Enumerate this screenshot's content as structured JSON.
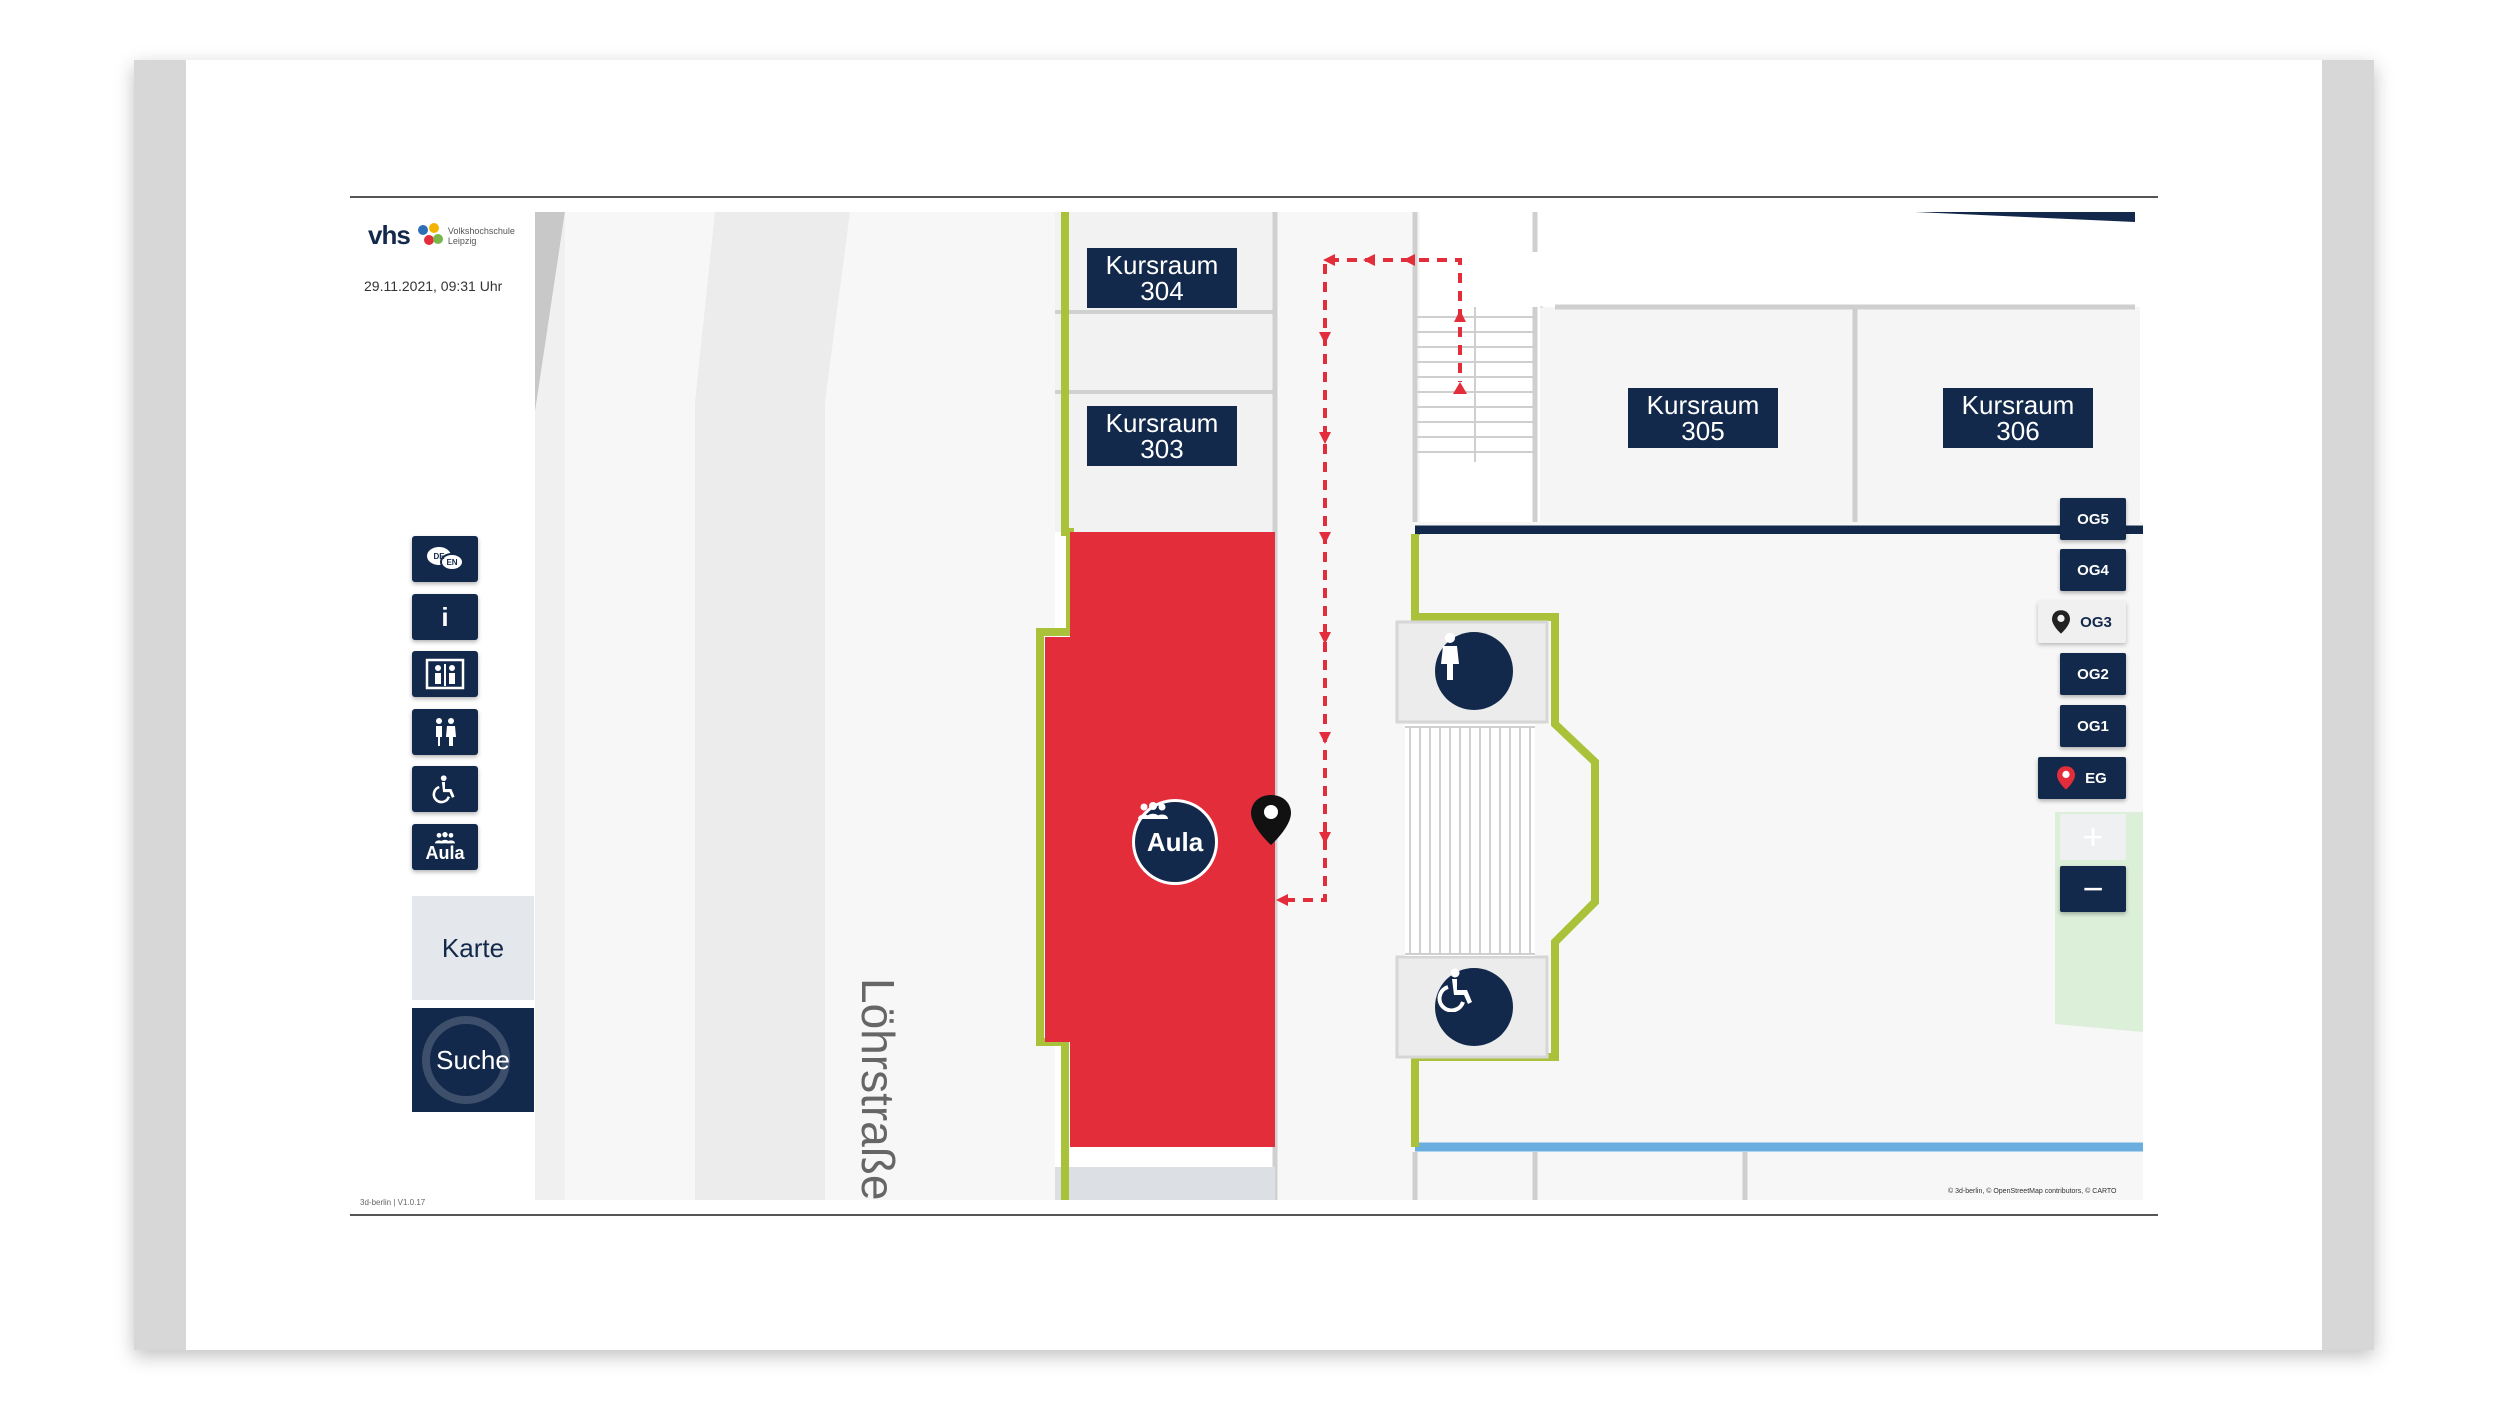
{
  "logo": {
    "brand": "vhs",
    "line1": "Volkshochschule",
    "line2": "Leipzig"
  },
  "datetime": "29.11.2021, 09:31 Uhr",
  "version": "3d-berlin | V1.0.17",
  "sidebar": {
    "buttons": [
      {
        "id": "language",
        "icon": "language-de-en-icon",
        "label_de": "DE",
        "label_en": "EN"
      },
      {
        "id": "info",
        "icon": "info-icon",
        "label": "i"
      },
      {
        "id": "elevator",
        "icon": "elevator-icon"
      },
      {
        "id": "restroom",
        "icon": "restroom-icon"
      },
      {
        "id": "accessible",
        "icon": "wheelchair-icon"
      },
      {
        "id": "aula",
        "icon": "group-icon",
        "label": "Aula"
      }
    ],
    "karte_label": "Karte",
    "suche_label": "Suche"
  },
  "map": {
    "street_name": "Löhrstraße",
    "rooms": [
      {
        "line1": "Kursraum",
        "line2": "304"
      },
      {
        "line1": "Kursraum",
        "line2": "303"
      },
      {
        "line1": "Kursraum",
        "line2": "305"
      },
      {
        "line1": "Kursraum",
        "line2": "306"
      }
    ],
    "aula_label": "Aula",
    "attribution": "© 3d-berlin, © OpenStreetMap contributors, © CARTO",
    "colors": {
      "aula": "#e32d3a",
      "navy": "#13294b",
      "outline": "#a9c23a",
      "route": "#e32d3a",
      "light_blue": "#6aaee0"
    }
  },
  "floors": [
    {
      "label": "OG5",
      "selected": false
    },
    {
      "label": "OG4",
      "selected": false
    },
    {
      "label": "OG3",
      "selected": true,
      "marker": "current-location-pin"
    },
    {
      "label": "OG2",
      "selected": false
    },
    {
      "label": "OG1",
      "selected": false
    },
    {
      "label": "EG",
      "selected": false,
      "marker": "destination-pin"
    }
  ],
  "zoom": {
    "in": "+",
    "out": "−"
  }
}
